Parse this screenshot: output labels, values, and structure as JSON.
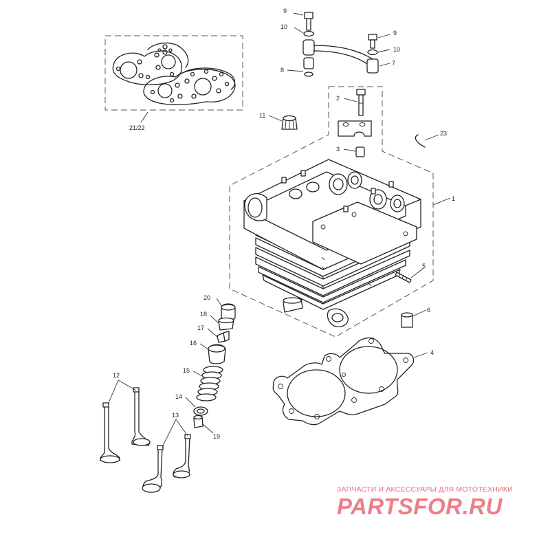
{
  "diagram": {
    "callouts": {
      "c1": "1",
      "c2": "2",
      "c3": "3",
      "c4": "4",
      "c5": "5",
      "c6": "6",
      "c7": "7",
      "c8": "8",
      "c9a": "9",
      "c9b": "9",
      "c10a": "10",
      "c10b": "10",
      "c11": "11",
      "c12": "12",
      "c13": "13",
      "c14": "14",
      "c15": "15",
      "c16": "16",
      "c17": "17",
      "c18": "18",
      "c19": "19",
      "c20": "20",
      "c21_22": "21/22",
      "c23": "23"
    }
  },
  "watermark": {
    "tagline": "ЗАПЧАСТИ И АКСЕССУАРЫ ДЛЯ МОТОТЕХНИКИ",
    "brand": "PARTSFOR.RU",
    "color": "#ec7f89"
  }
}
